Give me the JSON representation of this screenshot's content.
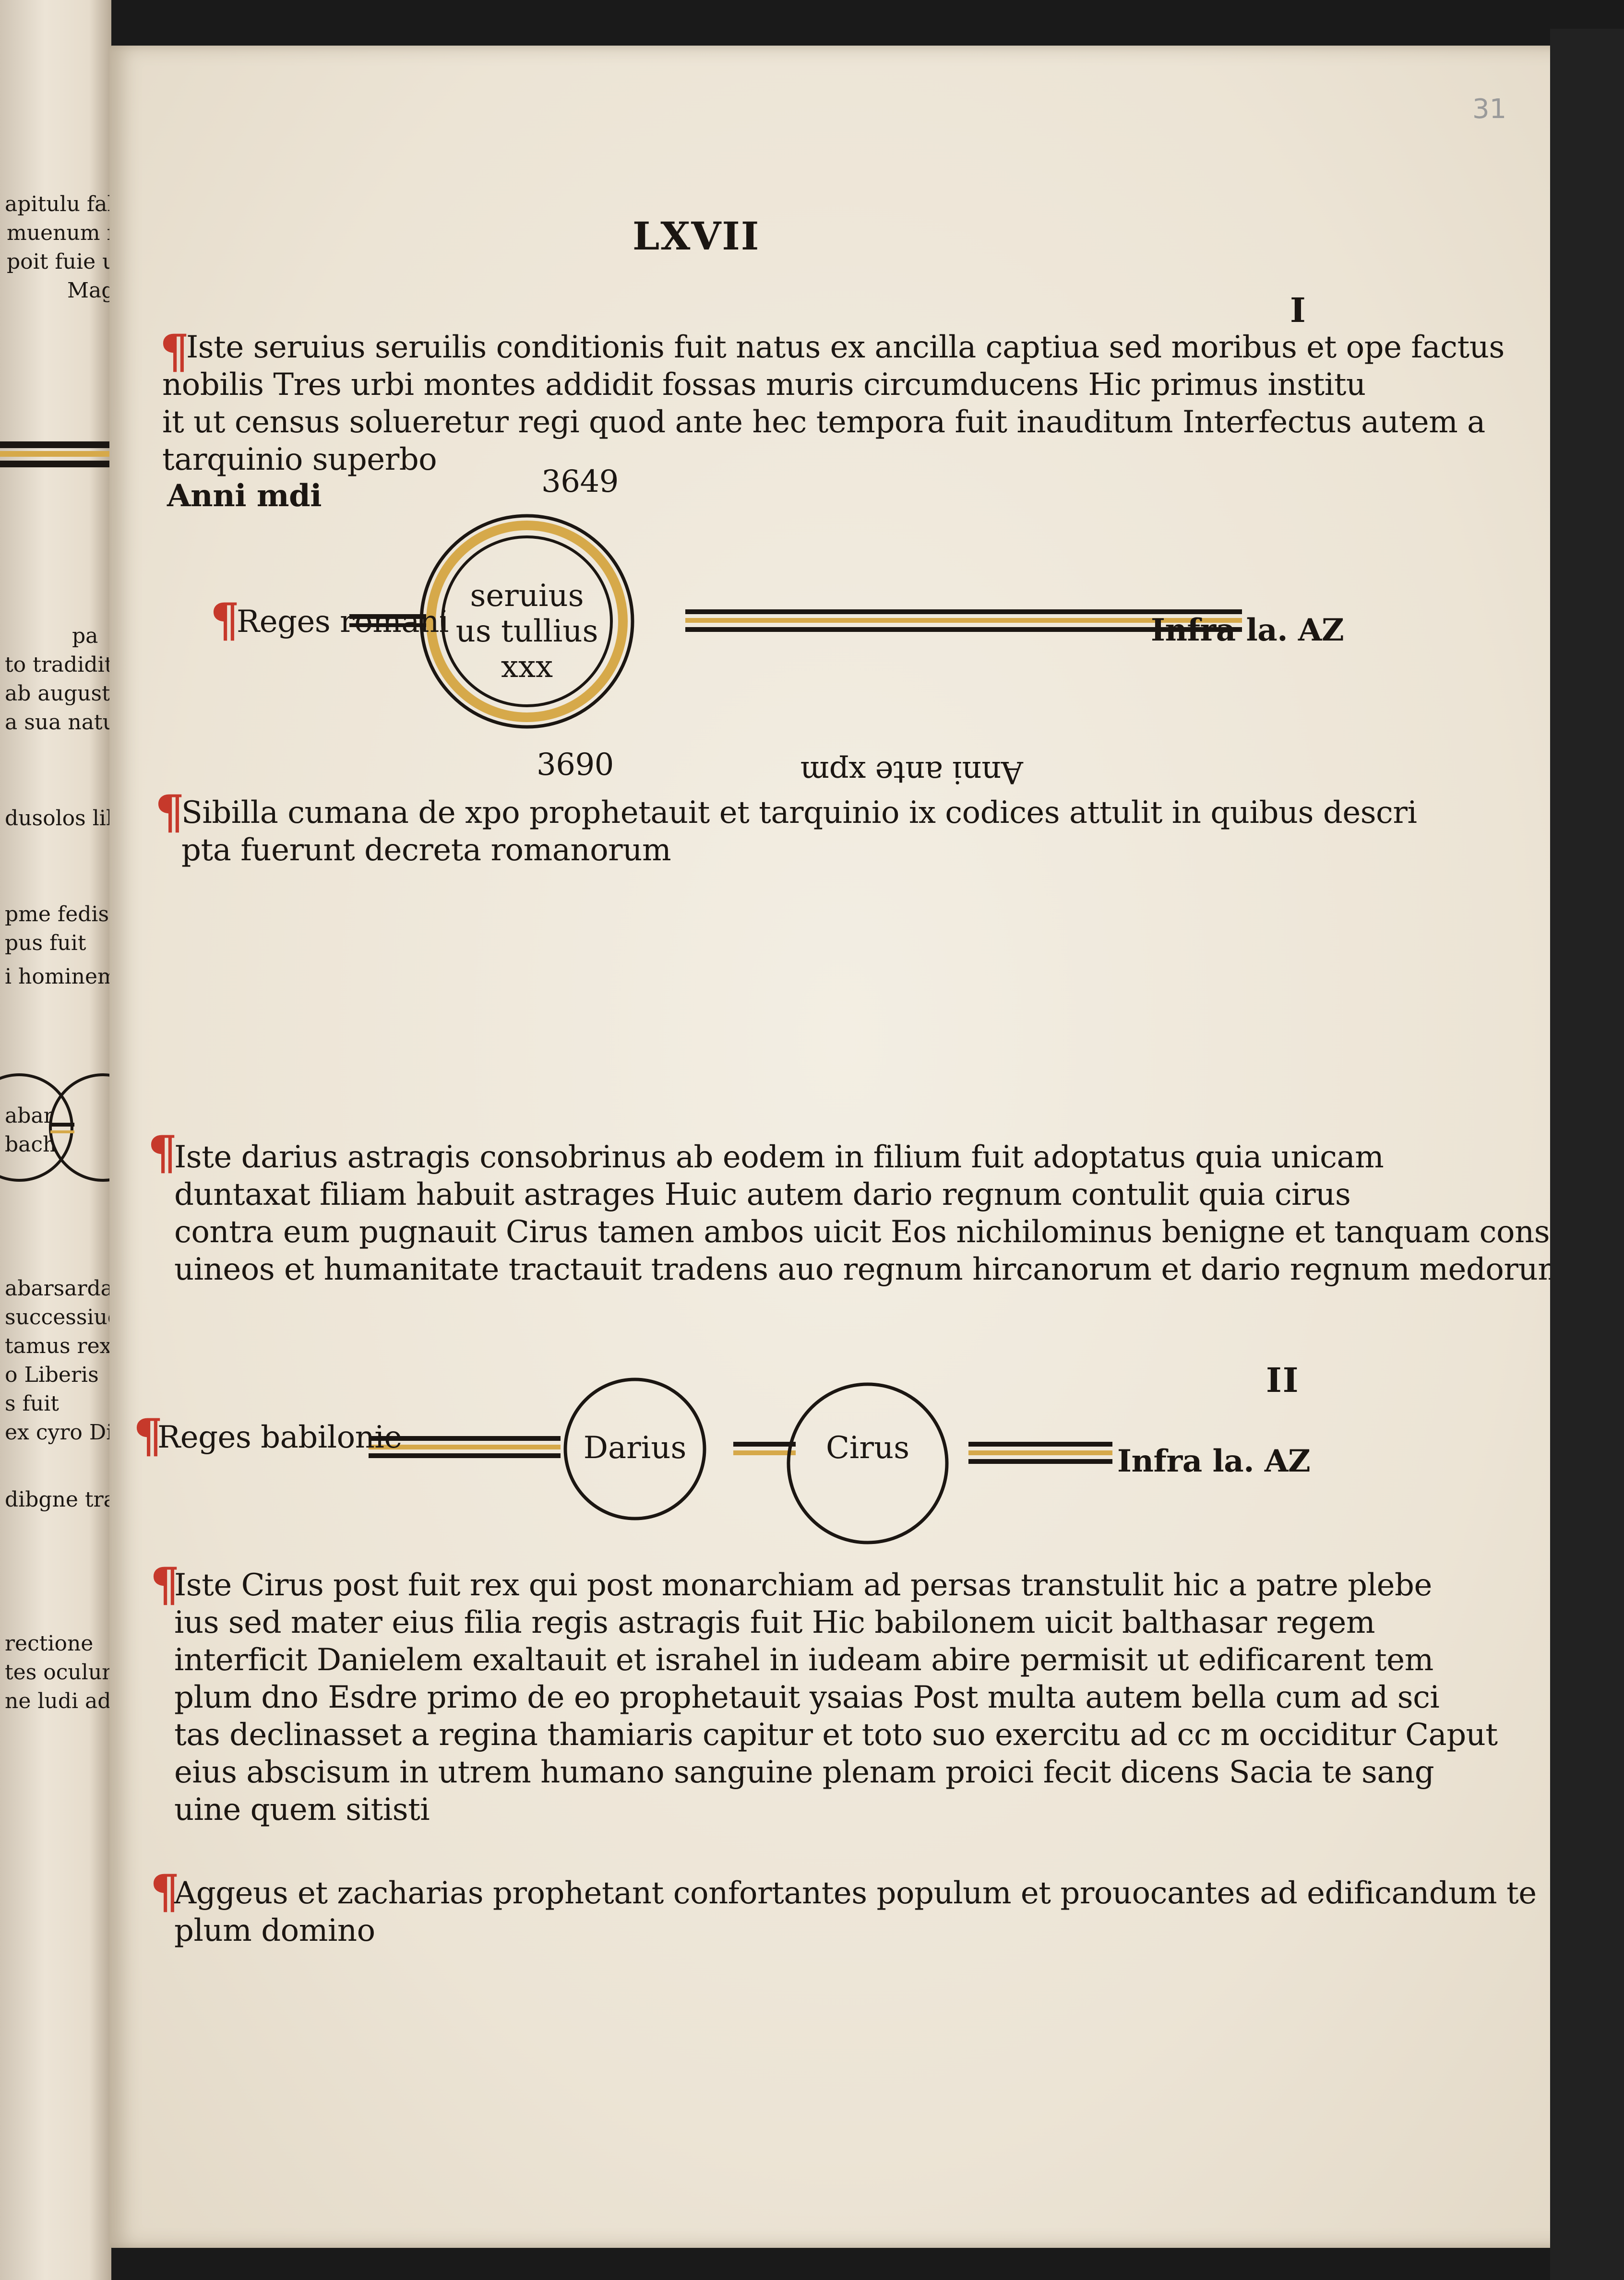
{
  "folio_pencil": "31",
  "running_header": "LXVII",
  "section_marks": [
    "I",
    "II"
  ],
  "block1": {
    "lines": [
      "Iste seruius seruilis conditionis fuit natus ex ancilla captiua sed moribus et ope factus",
      "nobilis Tres urbi montes addidit fossas muris circumducens Hic primus institu",
      "it ut census solueretur regi quod ante hec tempora fuit inauditum Interfectus autem a",
      "tarquinio superbo"
    ],
    "anni_label": "Anni mdi",
    "year_top": "3649",
    "year_bottom": "3690",
    "reges_label": "Reges romani",
    "circle_lines": [
      "seruius",
      "us tullius",
      "xxx"
    ],
    "infra": "Infra la. AZ",
    "inverted_note": "Anni ante xpm"
  },
  "block2": {
    "lines": [
      "Sibilla cumana de xpo prophetauit et tarquinio ix codices attulit in quibus descri",
      "pta fuerunt decreta romanorum"
    ]
  },
  "block3": {
    "lines": [
      "Iste darius astragis consobrinus ab eodem in filium fuit adoptatus quia unicam",
      "duntaxat filiam habuit astrages Huic autem dario regnum contulit quia cirus",
      "contra eum pugnauit Cirus tamen ambos uicit Eos nichilominus benigne et tanquam consang",
      "uineos et humanitate tractauit tradens auo regnum hircanorum et dario regnum medorum"
    ],
    "reges_label": "Reges babilonie",
    "circle_1": "Darius",
    "circle_2": "Cirus",
    "infra": "Infra la. AZ"
  },
  "block4": {
    "lines": [
      "Iste Cirus post fuit rex qui post monarchiam ad persas transtulit hic a patre plebe",
      "ius sed mater eius filia regis astragis fuit Hic babilonem uicit balthasar regem",
      "interficit Danielem exaltauit et israhel in iudeam abire permisit ut edificarent tem",
      "plum dno Esdre primo de eo prophetauit ysaias Post multa autem bella cum ad sci",
      "tas declinasset a regina thamiaris capitur et toto suo exercitu ad cc m occiditur Caput",
      "eius abscisum in utrem humano sanguine plenam proici fecit dicens Sacia te sang",
      "uine quem sitisti"
    ]
  },
  "block5": {
    "lines": [
      "Aggeus et zacharias prophetant confortantes populum et prouocantes ad edificandum te",
      "plum domino"
    ]
  },
  "left_page": {
    "lines": [
      "apitulu fabulaf",
      "muenum fuit",
      "poit fuie urge",
      "Magi",
      "pa",
      "to tradidit",
      "ab augusto fuit",
      "a sua natus",
      "dusolos libere",
      "pme fedis",
      "pus fuit",
      "i hominem",
      "abar",
      "bach",
      "abarsardach",
      "successiue regn",
      "tamus rex babil",
      "o Liberis",
      "s fuit",
      "ex cyro Dis",
      "dibgne tractaut",
      "rectione",
      "tes oculum",
      "ne ludi ad"
    ]
  },
  "colors": {
    "rubric_red": "#c6392b",
    "ink": "#1b1612",
    "gold": "#d6a94a",
    "paper": "#ece4d5"
  }
}
